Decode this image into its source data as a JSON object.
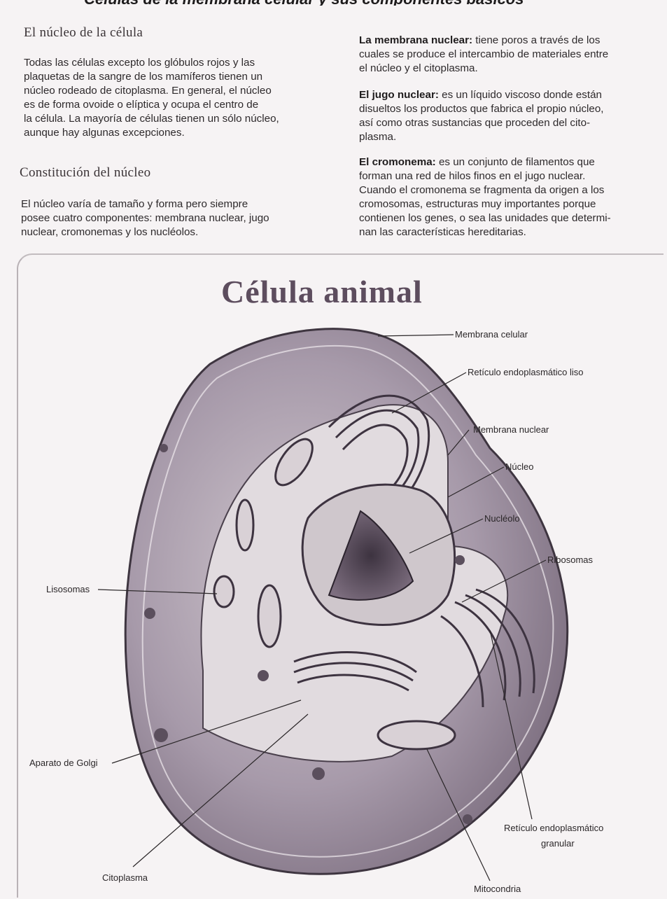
{
  "top_strip": "Células de la membrana celular y sus componentes básicos",
  "left_column": {
    "heading1": "El núcleo de la célula",
    "para1_lines": [
      "Todas las células excepto los glóbulos rojos y las",
      "plaquetas de la sangre de los mamíferos tienen un",
      "núcleo rodeado de citoplasma. En general, el núcleo",
      "es de forma ovoide o elíptica y ocupa el centro de",
      "la célula. La mayoría de células tienen un sólo núcleo,",
      "aunque hay algunas excepciones."
    ],
    "heading2": "Constitución del núcleo",
    "para2_lines": [
      "El núcleo varía de tamaño y forma pero siempre",
      "posee cuatro componentes: membrana nuclear, jugo",
      "nuclear, cromonemas y los nucléolos."
    ]
  },
  "right_column": {
    "membrana_term": "La membrana nuclear:",
    "membrana_lines": [
      "tiene poros a través de los",
      "cuales se produce el intercambio de materiales entre",
      "el núcleo y el citoplasma."
    ],
    "jugo_term": "El jugo nuclear:",
    "jugo_lines": [
      "es un líquido viscoso donde están",
      "disueltos los productos que fabrica el propio núcleo,",
      "así como otras sustancias que proceden del cito-",
      "plasma."
    ],
    "cromonema_term": "El cromonema:",
    "cromonema_lines": [
      "es un conjunto de filamentos que",
      "forman una red de hilos finos en el jugo nuclear.",
      "Cuando el cromonema se fragmenta da origen a los",
      "cromosomas, estructuras muy importantes porque",
      "contienen los genes, o sea las unidades que determi-",
      "nan las características hereditarias."
    ]
  },
  "diagram": {
    "title": "Célula animal",
    "labels": {
      "membrana_celular": "Membrana celular",
      "reticulo_liso": "Retículo endoplasmático liso",
      "membrana_nuclear": "Membrana nuclear",
      "nucleo": "Núcleo",
      "nucleolo": "Nucléolo",
      "ribosomas": "Ribosomas",
      "lisosomas": "Lisosomas",
      "aparato_golgi": "Aparato de Golgi",
      "reticulo_granular_1": "Retículo endoplasmático",
      "reticulo_granular_2": "granular",
      "citoplasma": "Citoplasma",
      "mitocondria": "Mitocondria"
    }
  },
  "colors": {
    "cell_fill": "#a79aaa",
    "cell_inner": "#ddd6db",
    "nucleus": "#6c5d6d",
    "title": "#5d4d5e"
  }
}
